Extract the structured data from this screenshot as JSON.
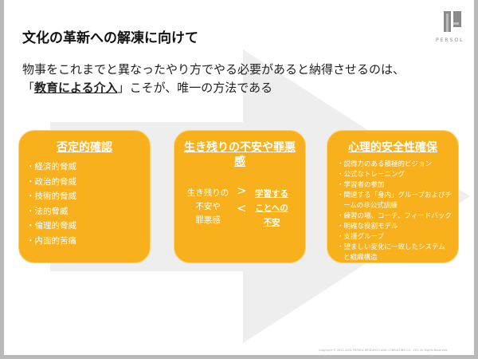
{
  "title": "文化の革新への解凍に向けて",
  "lead": {
    "line1": "物事をこれまでと異なったやり方でやる必要があると納得させるのは、",
    "bracket_open": "「",
    "emphasis": "教育による介入",
    "bracket_close": "」",
    "line2_rest": "こそが、唯一の方法である"
  },
  "logo": {
    "text": "PERSOL"
  },
  "colors": {
    "box": "#F8B11C",
    "arrow": "#EEEEEE"
  },
  "boxes": [
    {
      "title": "否定的確認",
      "items": [
        "経済的脅威",
        "政治的脅威",
        "技術的脅威",
        "法的脅威",
        "倫理的脅威",
        "内面的苦痛"
      ]
    },
    {
      "title": "生き残りの不安や罪悪感",
      "left_line1": "生き残りの",
      "left_line2": "不安や",
      "left_line3": "罪悪感",
      "gt": ">",
      "lt": "<",
      "right_line1": "学習する",
      "right_line2": "ことへの",
      "right_line3": "不安"
    },
    {
      "title": "心理的安全性確保",
      "items": [
        "説得力のある積極的ビジョン",
        "公式なトレーニング",
        "学習者の参加",
        "関連する「身内」グループおよびチームの非公式訓練",
        "練習の場、コーチ、フィードバック",
        "明確な役割モデル",
        "支援グループ",
        "望ましい変化に一致したシステムと組織構造"
      ]
    }
  ],
  "copyright": "Copyright © 2021-2021 PERSOL RESEARCH AND CONSULTING CO., LTD. All Rights Reserved."
}
